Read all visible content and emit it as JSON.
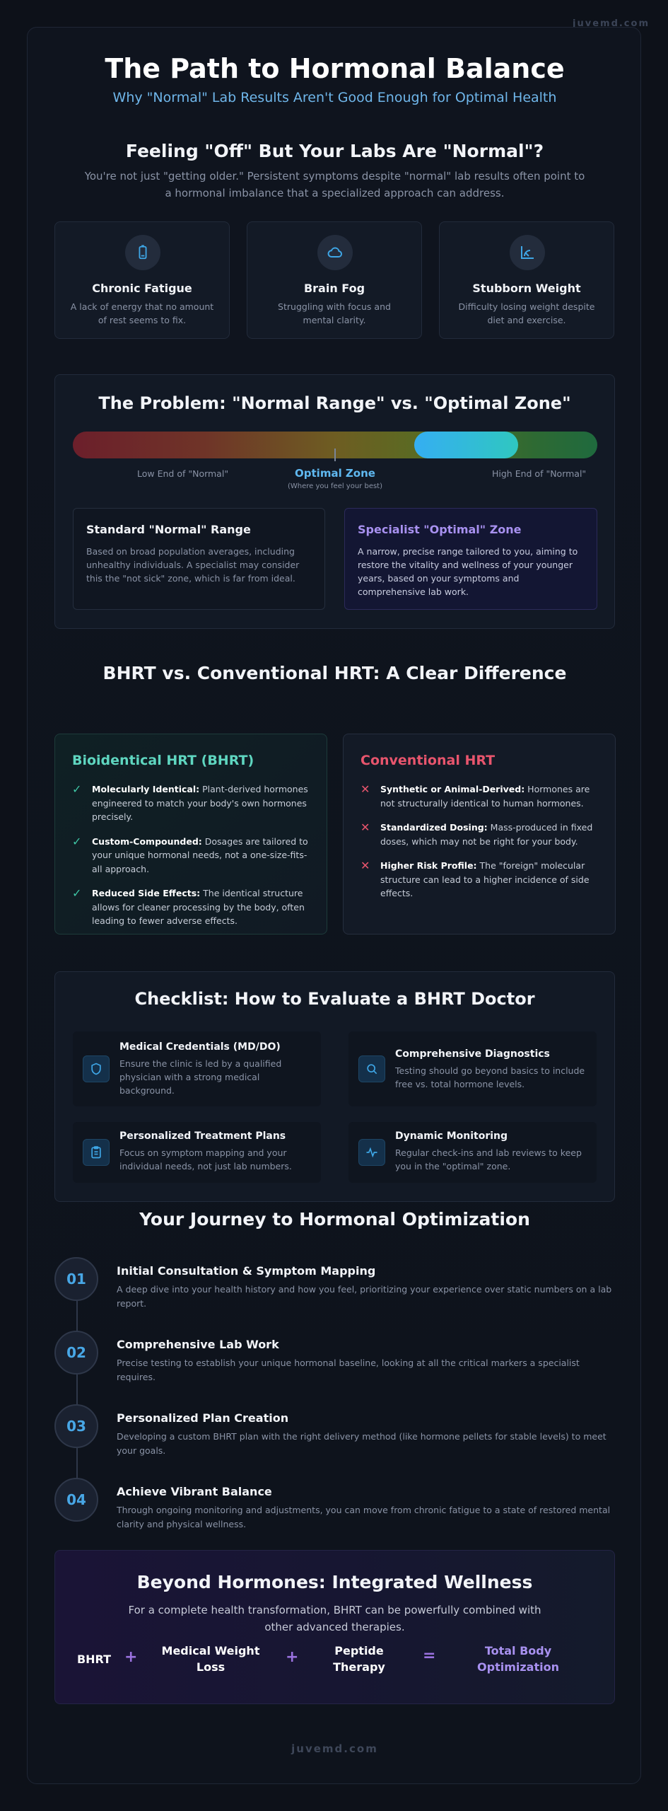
{
  "brand": {
    "watermark": "juvemd.com",
    "footer": "juvemd.com"
  },
  "header": {
    "title": "The Path to Hormonal Balance",
    "subtitle": "Why \"Normal\" Lab Results Aren't Good Enough for Optimal Health"
  },
  "intro": {
    "title": "Feeling \"Off\" But Your Labs Are \"Normal\"?",
    "text": "You're not just \"getting older.\" Persistent symptoms despite \"normal\" lab results often point to a hormonal imbalance that a specialized approach can address."
  },
  "symptoms": [
    {
      "icon": "battery-icon",
      "title": "Chronic Fatigue",
      "text": "A lack of energy that no amount of rest seems to fix."
    },
    {
      "icon": "cloud-icon",
      "title": "Brain Fog",
      "text": "Struggling with focus and mental clarity."
    },
    {
      "icon": "scale-icon",
      "title": "Stubborn Weight",
      "text": "Difficulty losing weight despite diet and exercise."
    }
  ],
  "problem": {
    "title": "The Problem: \"Normal Range\" vs. \"Optimal Zone\"",
    "low_label": "Low End of \"Normal\"",
    "high_label": "High End of \"Normal\"",
    "optimal_label": "Optimal Zone",
    "optimal_note": "(Where you feel your best)",
    "standard": {
      "title": "Standard \"Normal\" Range",
      "text": "Based on broad population averages, including unhealthy individuals. A specialist may consider this the \"not sick\" zone, which is far from ideal."
    },
    "specialist": {
      "title": "Specialist \"Optimal\" Zone",
      "text": "A narrow, precise range tailored to you, aiming to restore the vitality and wellness of your younger years, based on your symptoms and comprehensive lab work."
    }
  },
  "comparison": {
    "title": "BHRT vs. Conventional HRT: A Clear Difference",
    "bhrt": {
      "title": "Bioidentical HRT (BHRT)",
      "items": [
        {
          "bold": "Molecularly Identical:",
          "text": " Plant-derived hormones engineered to match your body's own hormones precisely."
        },
        {
          "bold": "Custom-Compounded:",
          "text": " Dosages are tailored to your unique hormonal needs, not a one-size-fits-all approach."
        },
        {
          "bold": "Reduced Side Effects:",
          "text": " The identical structure allows for cleaner processing by the body, often leading to fewer adverse effects."
        }
      ]
    },
    "conventional": {
      "title": "Conventional HRT",
      "items": [
        {
          "bold": "Synthetic or Animal-Derived:",
          "text": " Hormones are not structurally identical to human hormones."
        },
        {
          "bold": "Standardized Dosing:",
          "text": " Mass-produced in fixed doses, which may not be right for your body."
        },
        {
          "bold": "Higher Risk Profile:",
          "text": " The \"foreign\" molecular structure can lead to a higher incidence of side effects."
        }
      ]
    },
    "colors": {
      "bhrt": "#5fd6c0",
      "conventional": "#e8556d"
    }
  },
  "checklist": {
    "title": "Checklist: How to Evaluate a BHRT Doctor",
    "items": [
      {
        "icon": "shield-icon",
        "title": "Medical Credentials (MD/DO)",
        "text": "Ensure the clinic is led by a qualified physician with a strong medical background."
      },
      {
        "icon": "magnifier-icon",
        "title": "Comprehensive Diagnostics",
        "text": "Testing should go beyond basics to include free vs. total hormone levels."
      },
      {
        "icon": "clipboard-icon",
        "title": "Personalized Treatment Plans",
        "text": "Focus on symptom mapping and your individual needs, not just lab numbers."
      },
      {
        "icon": "pulse-icon",
        "title": "Dynamic Monitoring",
        "text": "Regular check-ins and lab reviews to keep you in the \"optimal\" zone."
      }
    ]
  },
  "journey": {
    "title": "Your Journey to Hormonal Optimization",
    "steps": [
      {
        "num": "01",
        "title": "Initial Consultation & Symptom Mapping",
        "text": "A deep dive into your health history and how you feel, prioritizing your experience over static numbers on a lab report."
      },
      {
        "num": "02",
        "title": "Comprehensive Lab Work",
        "text": "Precise testing to establish your unique hormonal baseline, looking at all the critical markers a specialist requires."
      },
      {
        "num": "03",
        "title": "Personalized Plan Creation",
        "text": "Developing a custom BHRT plan with the right delivery method (like hormone pellets for stable levels) to meet your goals."
      },
      {
        "num": "04",
        "title": "Achieve Vibrant Balance",
        "text": "Through ongoing monitoring and adjustments, you can move from chronic fatigue to a state of restored mental clarity and physical wellness."
      }
    ]
  },
  "beyond": {
    "title": "Beyond Hormones: Integrated Wellness",
    "text": "For a complete health transformation, BHRT can be powerfully combined with other advanced therapies.",
    "formula": {
      "a": "BHRT",
      "plus": "+",
      "b": "Medical Weight Loss",
      "c": "Peptide Therapy",
      "equals": "=",
      "result": "Total Body Optimization"
    }
  }
}
